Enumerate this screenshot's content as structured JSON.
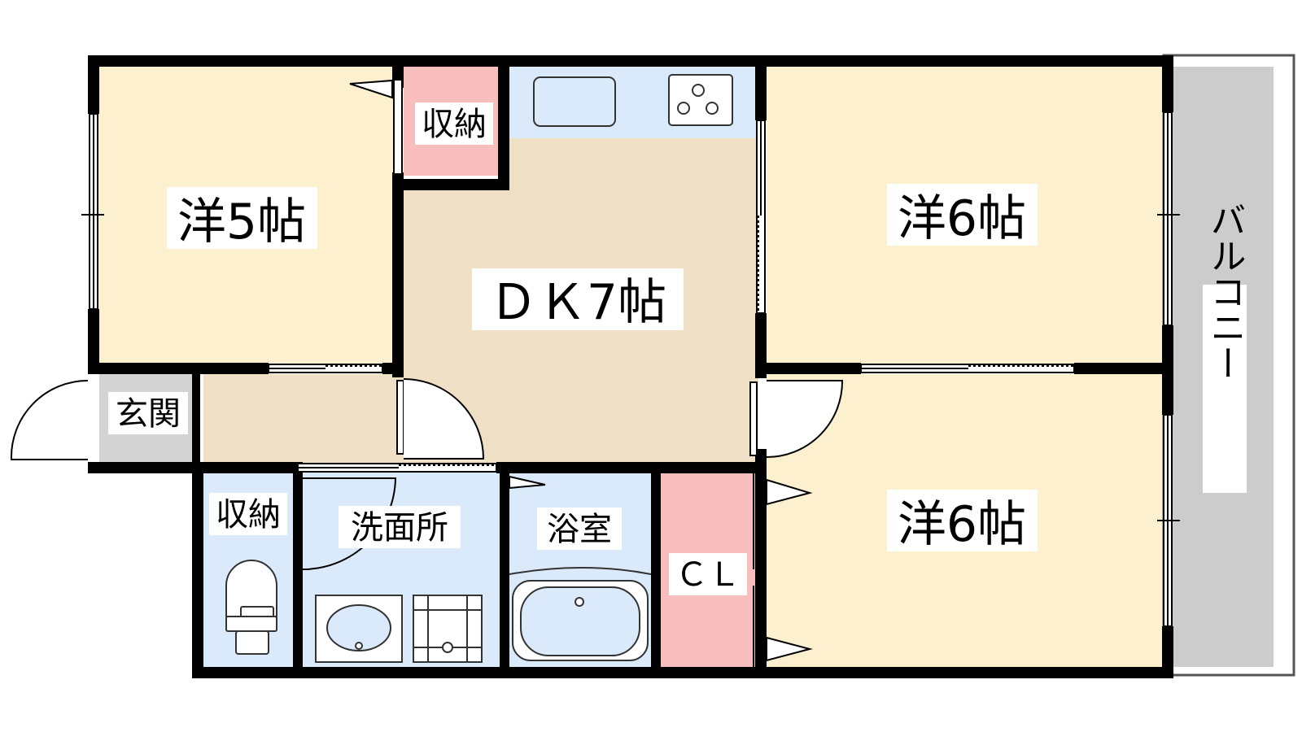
{
  "rooms": {
    "west_bedroom": "洋5帖",
    "dining_kitchen": "ＤＫ7帖",
    "north_east_bedroom": "洋6帖",
    "south_east_bedroom": "洋6帖",
    "entrance": "玄関",
    "storage_top": "収納",
    "storage_toilet": "収納",
    "washroom": "洗面所",
    "bathroom": "浴室",
    "closet": "ＣＬ",
    "balcony": "バルコニー"
  },
  "colors": {
    "bedroom": "#fdf0cf",
    "dining_kitchen": "#efdfc4",
    "water_area": "#dbeafb",
    "storage": "#f8bdbd",
    "entrance": "#d3d3d3",
    "balcony": "#cccccc",
    "wall": "#000000"
  }
}
